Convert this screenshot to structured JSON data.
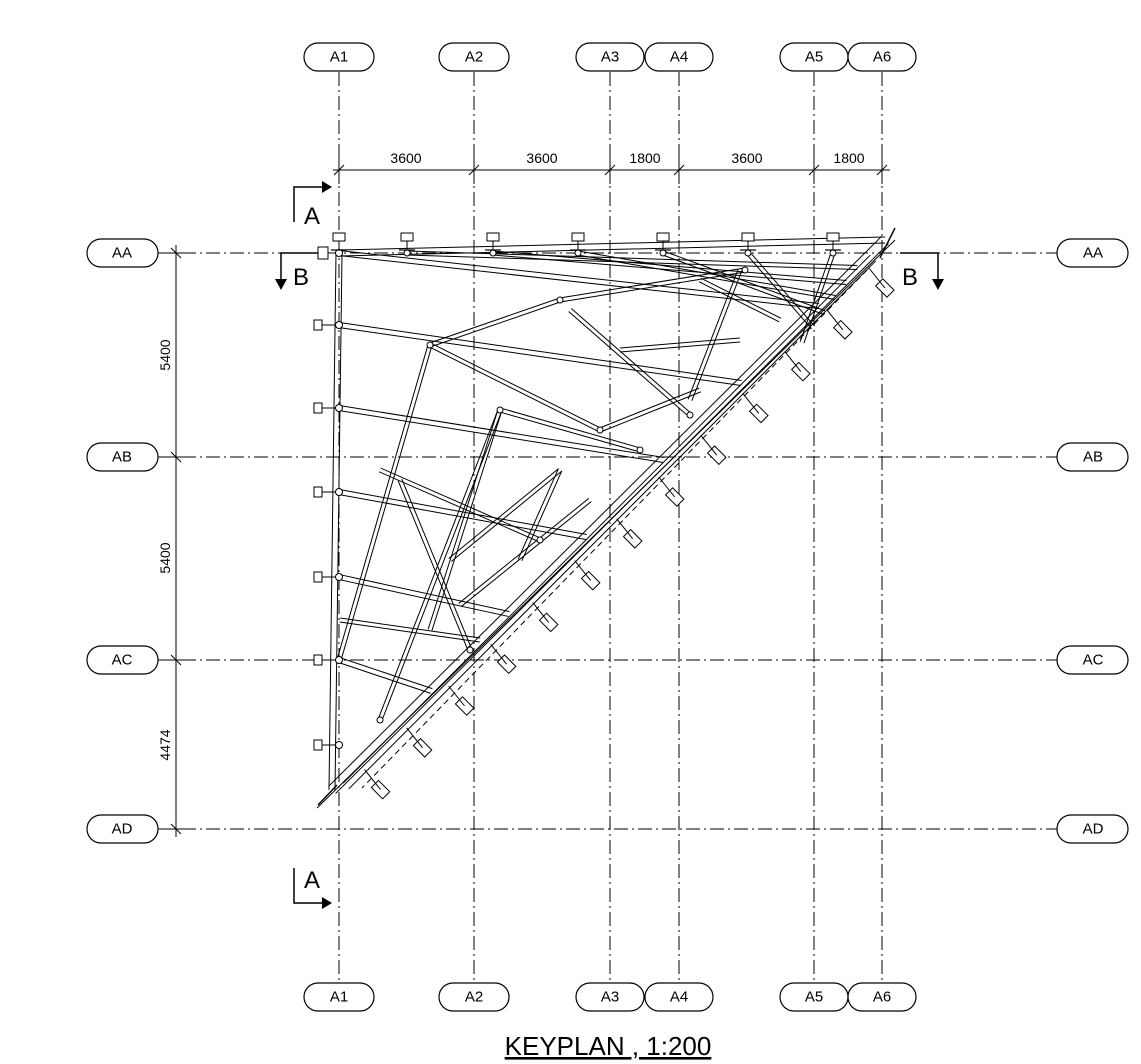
{
  "grid": {
    "vertical": [
      "A1",
      "A2",
      "A3",
      "A4",
      "A5",
      "A6"
    ],
    "horizontal": [
      "AA",
      "AB",
      "AC",
      "AD"
    ]
  },
  "dimensions": {
    "top": [
      "3600",
      "3600",
      "1800",
      "3600",
      "1800"
    ],
    "left": [
      "5400",
      "5400",
      "4474"
    ]
  },
  "sections": {
    "a_label": "A",
    "b_label": "B"
  },
  "title": "KEYPLAN , 1:200"
}
